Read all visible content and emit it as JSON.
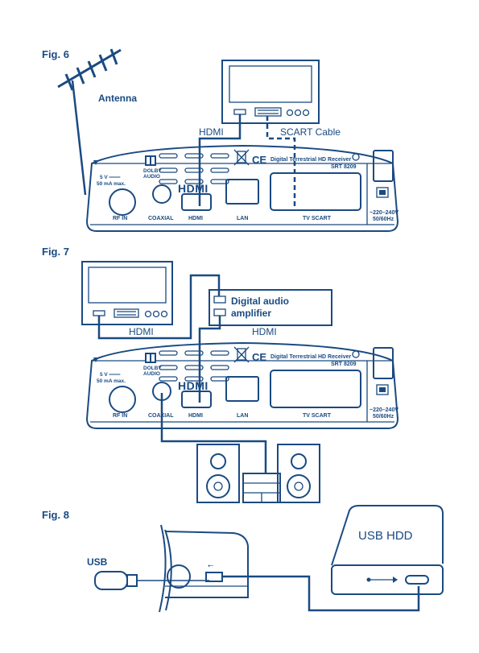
{
  "figures": {
    "fig6": {
      "title": "Fig. 6",
      "antenna_label": "Antenna",
      "hdmi_label": "HDMI",
      "scart_label": "SCART Cable"
    },
    "fig7": {
      "title": "Fig. 7",
      "hdmi_left_label": "HDMI",
      "hdmi_right_label": "HDMI",
      "amplifier_line1": "Digital audio",
      "amplifier_line2": "amplifier"
    },
    "fig8": {
      "title": "Fig. 8",
      "usb_label": "USB",
      "hdd_label": "USB HDD"
    }
  },
  "receiver": {
    "model_line1": "Digital Terrestrial HD Receiver",
    "model_line2": "SRT 8209",
    "power_spec": "5 V ═══",
    "current_spec": "50 mA max.",
    "dolby_line1": "DOLBY",
    "dolby_line2": "AUDIO",
    "hdmi_logo": "HDMI",
    "ce_mark": "CE",
    "ports": {
      "rf_in": "RF IN",
      "coaxial": "COAXIAL",
      "hdmi": "HDMI",
      "lan": "LAN",
      "tv_scart": "TV SCART",
      "voltage": "~220–240V",
      "frequency": "50/60Hz"
    }
  }
}
